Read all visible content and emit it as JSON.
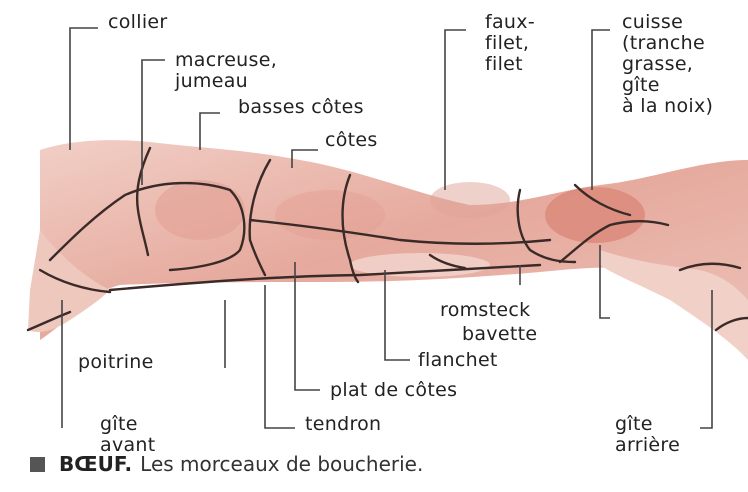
{
  "diagram": {
    "subject_name": "BŒUF.",
    "subject_caption": "Les morceaux de boucherie.",
    "cuts": {
      "collier": "collier",
      "macreuse": [
        "macreuse,",
        "jumeau"
      ],
      "basses_cotes": "basses côtes",
      "cotes": "côtes",
      "faux_filet": [
        "faux-",
        "filet,",
        "filet"
      ],
      "cuisse": [
        "cuisse",
        "(tranche",
        "grasse,",
        "gîte",
        "à la noix)"
      ],
      "romsteck": "romsteck",
      "bavette": "bavette",
      "poitrine": "poitrine",
      "flanchet": "flanchet",
      "plat_de_cotes": "plat de côtes",
      "gite_avant": [
        "gîte",
        "avant"
      ],
      "tendron": "tendron",
      "gite_arriere": [
        "gîte",
        "arrière"
      ]
    },
    "colors": {
      "meat": "#e8b3a8",
      "meat_dark": "#d98e82",
      "fat": "#f3d9d1",
      "outline": "#3a2a28",
      "leader": "#444444"
    }
  }
}
